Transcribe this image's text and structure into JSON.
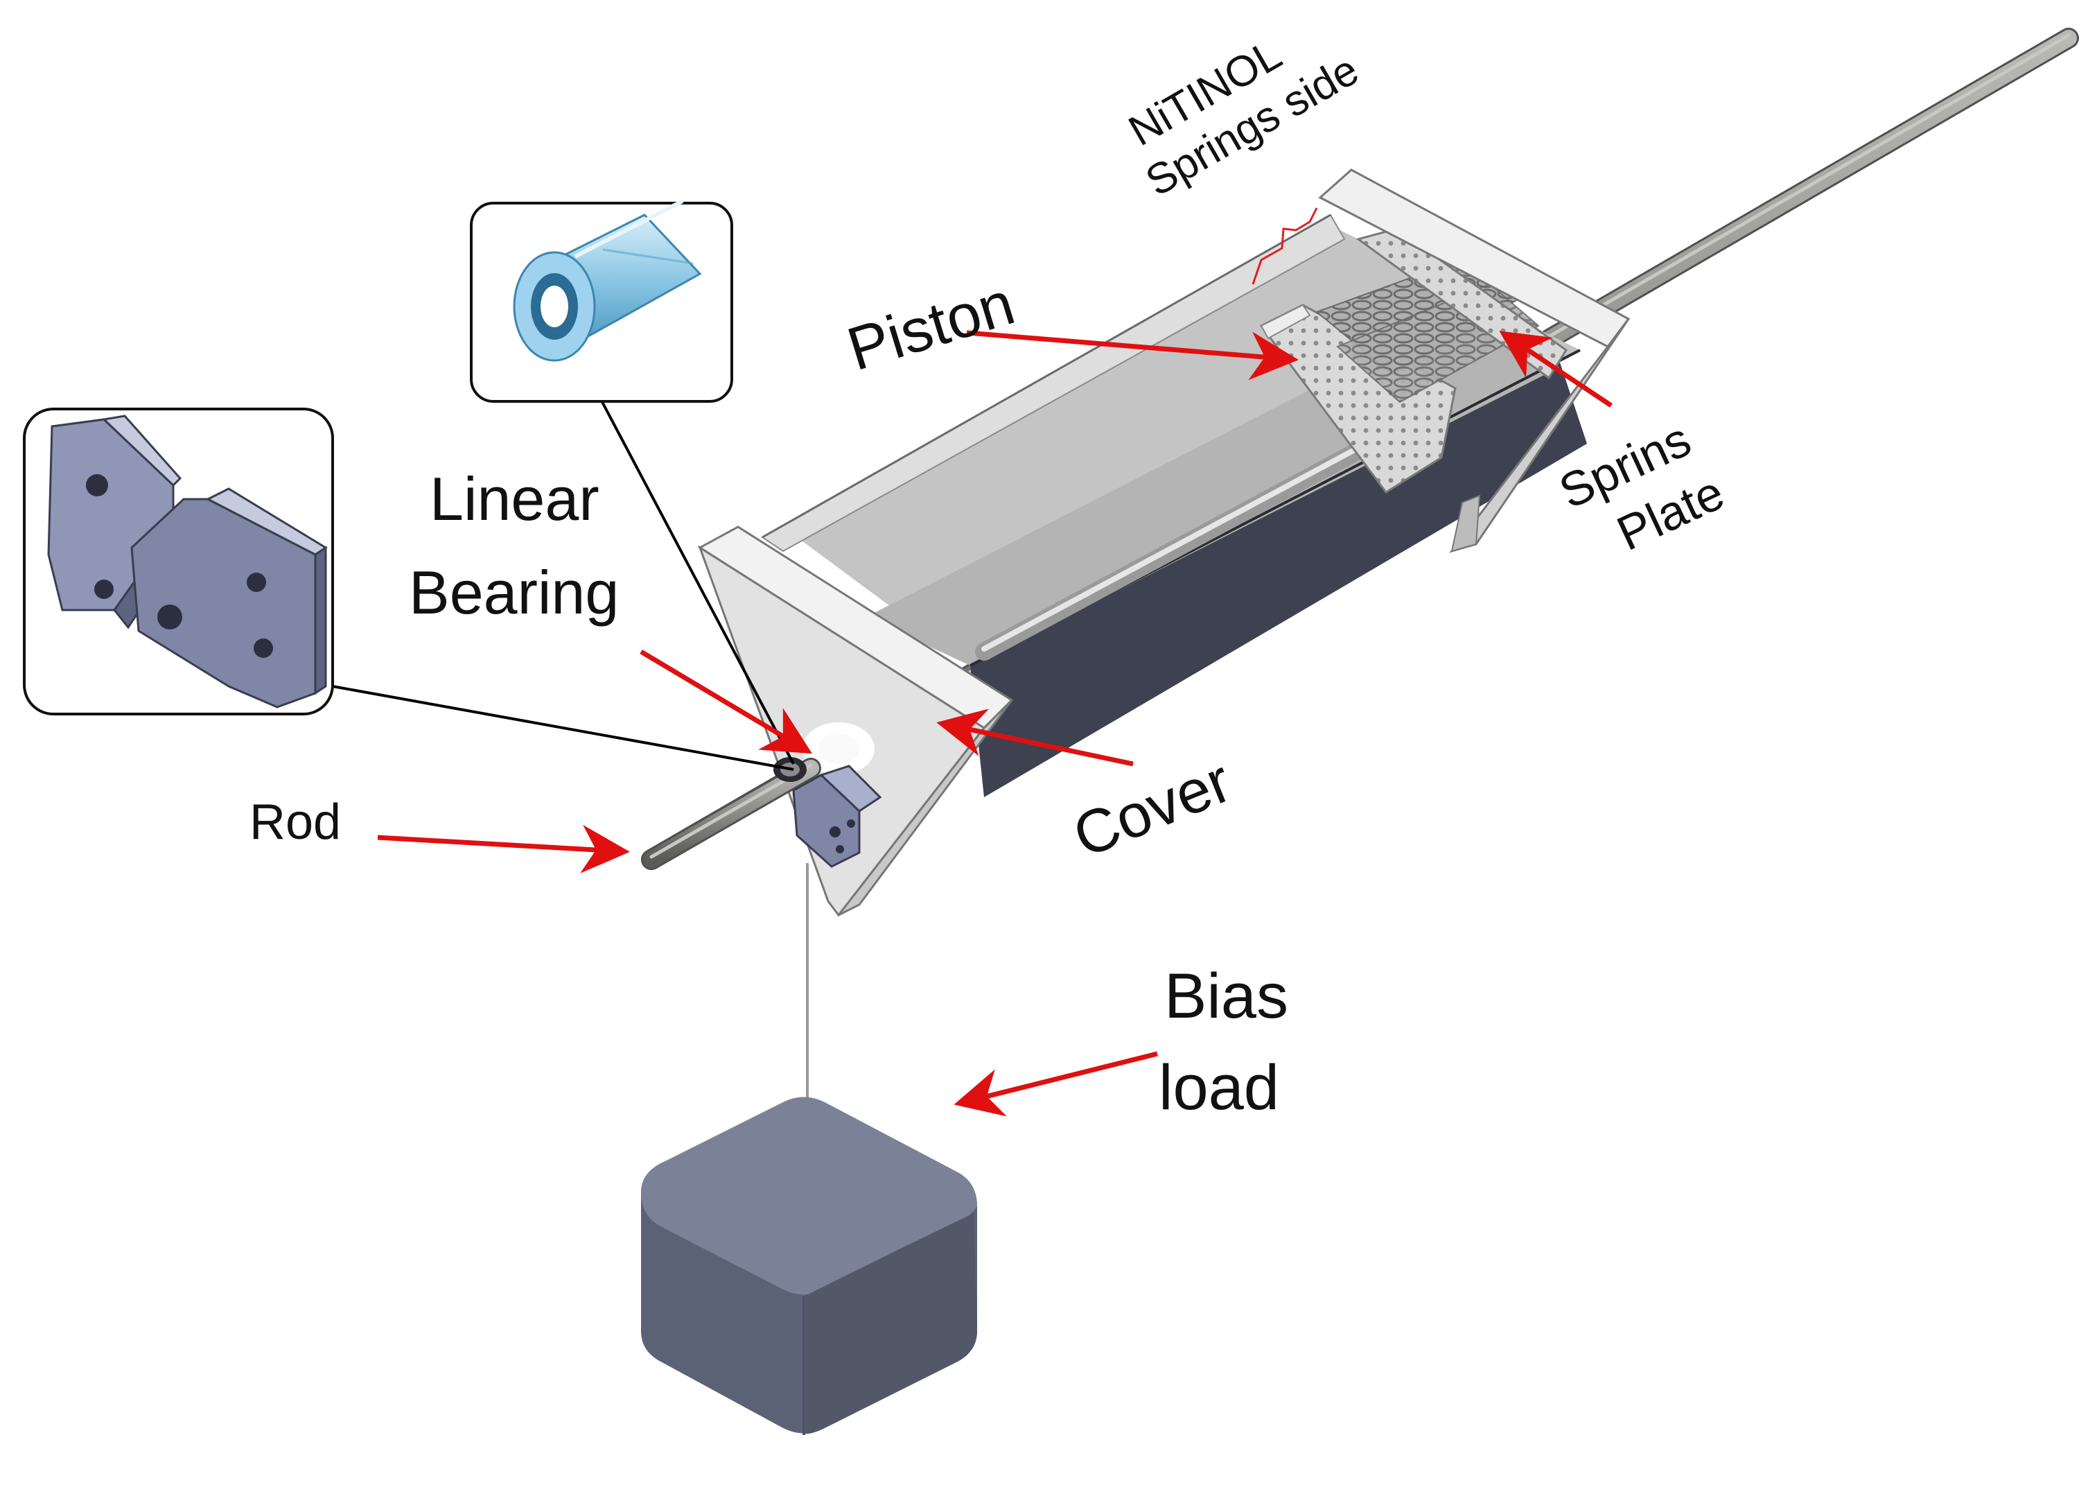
{
  "labels": {
    "nitinol_line1": "NiTINOL",
    "nitinol_line2": "Springs side",
    "piston": "Piston",
    "linear_line1": "Linear",
    "linear_line2": "Bearing",
    "sprins_line1": "Sprins",
    "sprins_line2": "Plate",
    "rod": "Rod",
    "cover": "Cover",
    "bias_line1": "Bias",
    "bias_line2": "load"
  },
  "colors": {
    "arrow": "#e01010",
    "housing_light": "#d6d6d6",
    "housing_inner": "#bdbdbd",
    "housing_dark": "#3e4150",
    "cover_face": "#e4e4e4",
    "rod": "#8a8a86",
    "weight": "#646b80",
    "bearing": "#8fc8e6",
    "bracket": "#7f86a6",
    "leader": "#000000",
    "brace": "#e02020"
  },
  "icons": {
    "bearing_inset": "linear-bearing-icon",
    "bracket_inset": "mounting-bracket-icon",
    "weight": "bias-weight-icon"
  }
}
